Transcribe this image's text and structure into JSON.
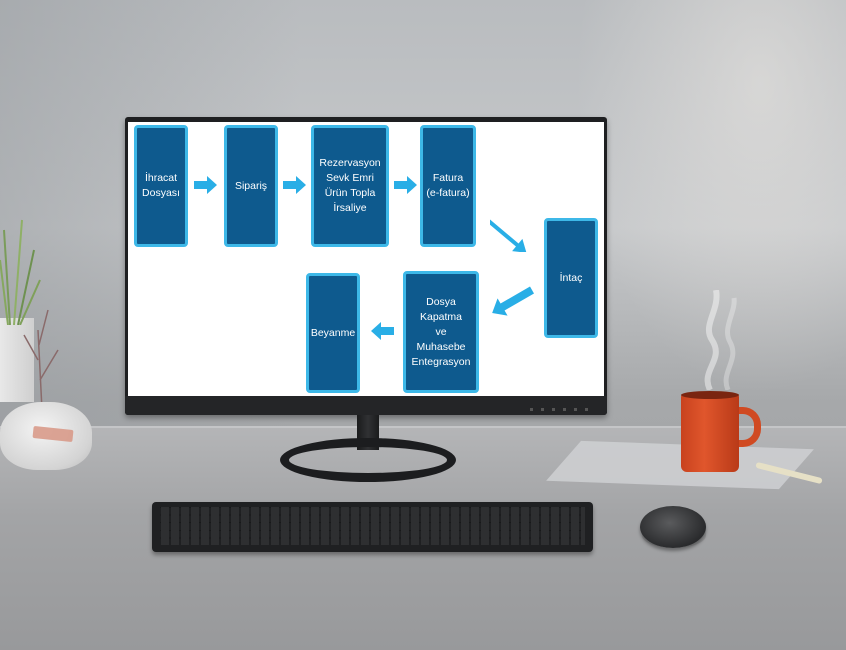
{
  "flow": {
    "steps": {
      "ihracat": [
        "İhracat",
        "Dosyası"
      ],
      "siparis": [
        "Sipariş"
      ],
      "rezervasyon": [
        "Rezervasyon",
        "Sevk Emri",
        "Ürün Topla",
        "İrsaliye"
      ],
      "fatura": [
        "Fatura",
        "(e-fatura)"
      ],
      "intac": [
        "İntaç"
      ],
      "dosya": [
        "Dosya",
        "Kapatma",
        "ve",
        "Muhasebe",
        "Entegrasyon"
      ],
      "beyanname": [
        "Beyanme"
      ]
    }
  },
  "colors": {
    "box_fill": "#0e5a8e",
    "box_border": "#3db8e8",
    "arrow": "#29aee6",
    "mug": "#e0562c"
  }
}
